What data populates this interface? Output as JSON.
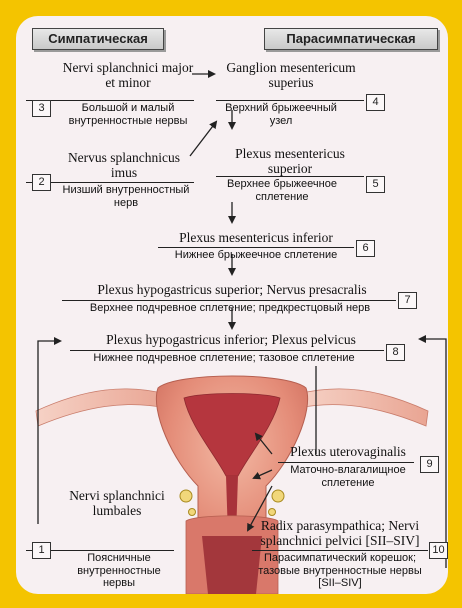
{
  "headers": {
    "sympathetic": "Симпатическая",
    "parasympathetic": "Парасимпатическая"
  },
  "items": [
    {
      "num": "3",
      "latin": "Nervi splanchnici major et minor",
      "russian": "Большой и малый внутренностные нервы"
    },
    {
      "num": "4",
      "latin": "Ganglion mesentericum superius",
      "russian": "Верхний брыжеечный узел"
    },
    {
      "num": "2",
      "latin": "Nervus splanchnicus imus",
      "russian": "Низший внутренностный нерв"
    },
    {
      "num": "5",
      "latin": "Plexus mesentericus superior",
      "russian": "Верхнее брыжеечное сплетение"
    },
    {
      "num": "6",
      "latin": "Plexus mesentericus inferior",
      "russian": "Нижнее брыжеечное сплетение"
    },
    {
      "num": "7",
      "latin": "Plexus hypogastricus superior; Nervus presacralis",
      "russian": "Верхнее подчревное сплетение; предкрестцовый нерв"
    },
    {
      "num": "8",
      "latin": "Plexus hypogastricus inferior; Plexus pelvicus",
      "russian": "Нижнее подчревное сплетение; тазовое сплетение"
    },
    {
      "num": "9",
      "latin": "Plexus uterovaginalis",
      "russian": "Маточно-влагалищное сплетение"
    },
    {
      "num": "1",
      "latin": "Nervi splanchnici lumbales",
      "russian": "Поясничные внутренностные нервы"
    },
    {
      "num": "10",
      "latin": "Radix parasympathica; Nervi splanchnici pelvici [SII–SIV]",
      "russian": "Парасимпатический корешок; тазовые внутренностные нервы [SII–SIV]"
    }
  ]
}
